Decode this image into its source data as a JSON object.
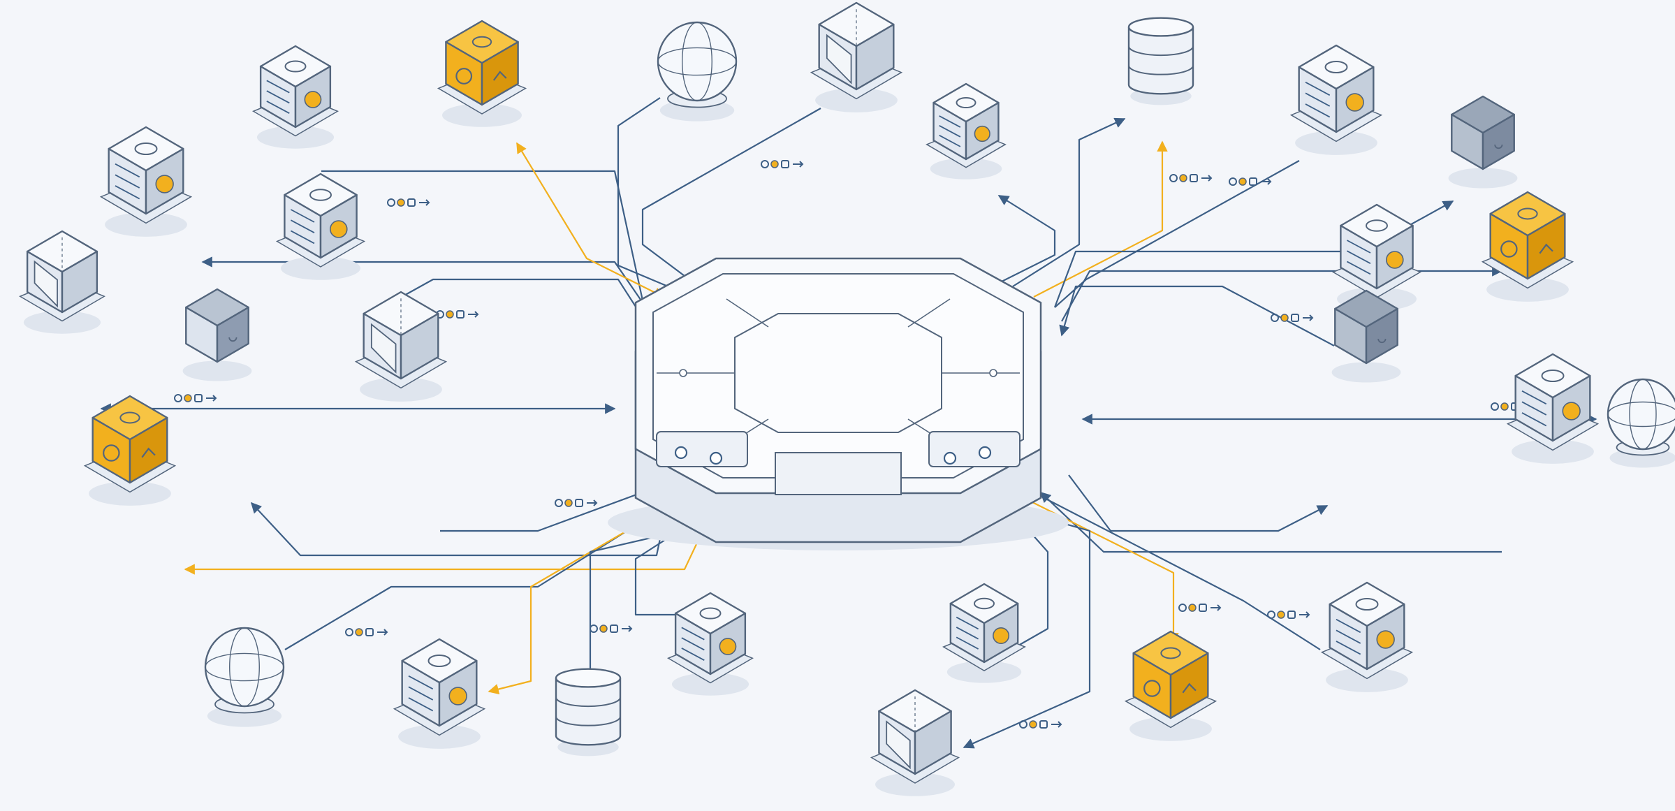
{
  "colors": {
    "background": "#f4f6fa",
    "line": "#3d5f86",
    "accent": "#f2b01e",
    "outline": "#53657c",
    "face_light": "#f7f9fc",
    "face_mid": "#e2e8f1",
    "face_dark": "#c5cfdc",
    "dark_top": "#9aa7b8",
    "dark_side": "#7d8ba0",
    "shadow": "#dfe5ee"
  },
  "hub": {
    "name": "central-hub",
    "icon": "octagon-hub-icon"
  },
  "nodes": [
    {
      "name": "top-left-icon-cube",
      "icon": "cube-circle-icon",
      "variant": "box"
    },
    {
      "name": "orange-brain-cube-top",
      "icon": "brain-chart-icon",
      "variant": "orange"
    },
    {
      "name": "top-wireframe-sphere",
      "icon": "sphere-icon",
      "variant": "sphere"
    },
    {
      "name": "top-frame-cube",
      "icon": "frame-cube-icon",
      "variant": "frame"
    },
    {
      "name": "top-cpu-cube",
      "icon": "chip-cube-icon",
      "variant": "box"
    },
    {
      "name": "top-database",
      "icon": "database-icon",
      "variant": "db"
    },
    {
      "name": "top-right-gear-cube",
      "icon": "gear-brain-icon",
      "variant": "box"
    },
    {
      "name": "far-right-dark-cube",
      "icon": "dark-cube-icon",
      "variant": "dark"
    },
    {
      "name": "left-panel-cube",
      "icon": "panel-cube-icon",
      "variant": "box"
    },
    {
      "name": "left-ring-cube",
      "icon": "ring-cube-icon",
      "variant": "box"
    },
    {
      "name": "right-orange-cube-upper",
      "icon": "refresh-icon",
      "variant": "orange"
    },
    {
      "name": "right-gear-cube",
      "icon": "gear-cube-icon",
      "variant": "box"
    },
    {
      "name": "far-left-glass-cube",
      "icon": "glass-cube-icon",
      "variant": "frame"
    },
    {
      "name": "right-sphere",
      "icon": "sphere-icon",
      "variant": "sphere"
    },
    {
      "name": "left-small-dark-cube",
      "icon": "plain-cube-icon",
      "variant": "plain"
    },
    {
      "name": "left-shield-cube",
      "icon": "shield-cube-icon",
      "variant": "frame"
    },
    {
      "name": "right-dark-cube",
      "icon": "dark-cube-icon",
      "variant": "dark"
    },
    {
      "name": "right-server-cube",
      "icon": "server-cube-icon",
      "variant": "box"
    },
    {
      "name": "left-orange-cube-lower",
      "icon": "brain-recycle-icon",
      "variant": "orange"
    },
    {
      "name": "bottom-left-sphere",
      "icon": "sphere-icon",
      "variant": "sphere"
    },
    {
      "name": "bottom-chip-cube",
      "icon": "chip-cube-icon",
      "variant": "box"
    },
    {
      "name": "bottom-database",
      "icon": "database-icon",
      "variant": "db"
    },
    {
      "name": "bottom-doc-cube",
      "icon": "document-cube-icon",
      "variant": "box"
    },
    {
      "name": "bottom-small-cube",
      "icon": "gear-small-icon",
      "variant": "box"
    },
    {
      "name": "bottom-frame-cube",
      "icon": "frame-cube-icon",
      "variant": "frame"
    },
    {
      "name": "orange-brain-cube-bottom",
      "icon": "brain-cube-icon",
      "variant": "orange"
    },
    {
      "name": "bottom-right-brain-cube",
      "icon": "brain-bar-icon",
      "variant": "box"
    }
  ]
}
